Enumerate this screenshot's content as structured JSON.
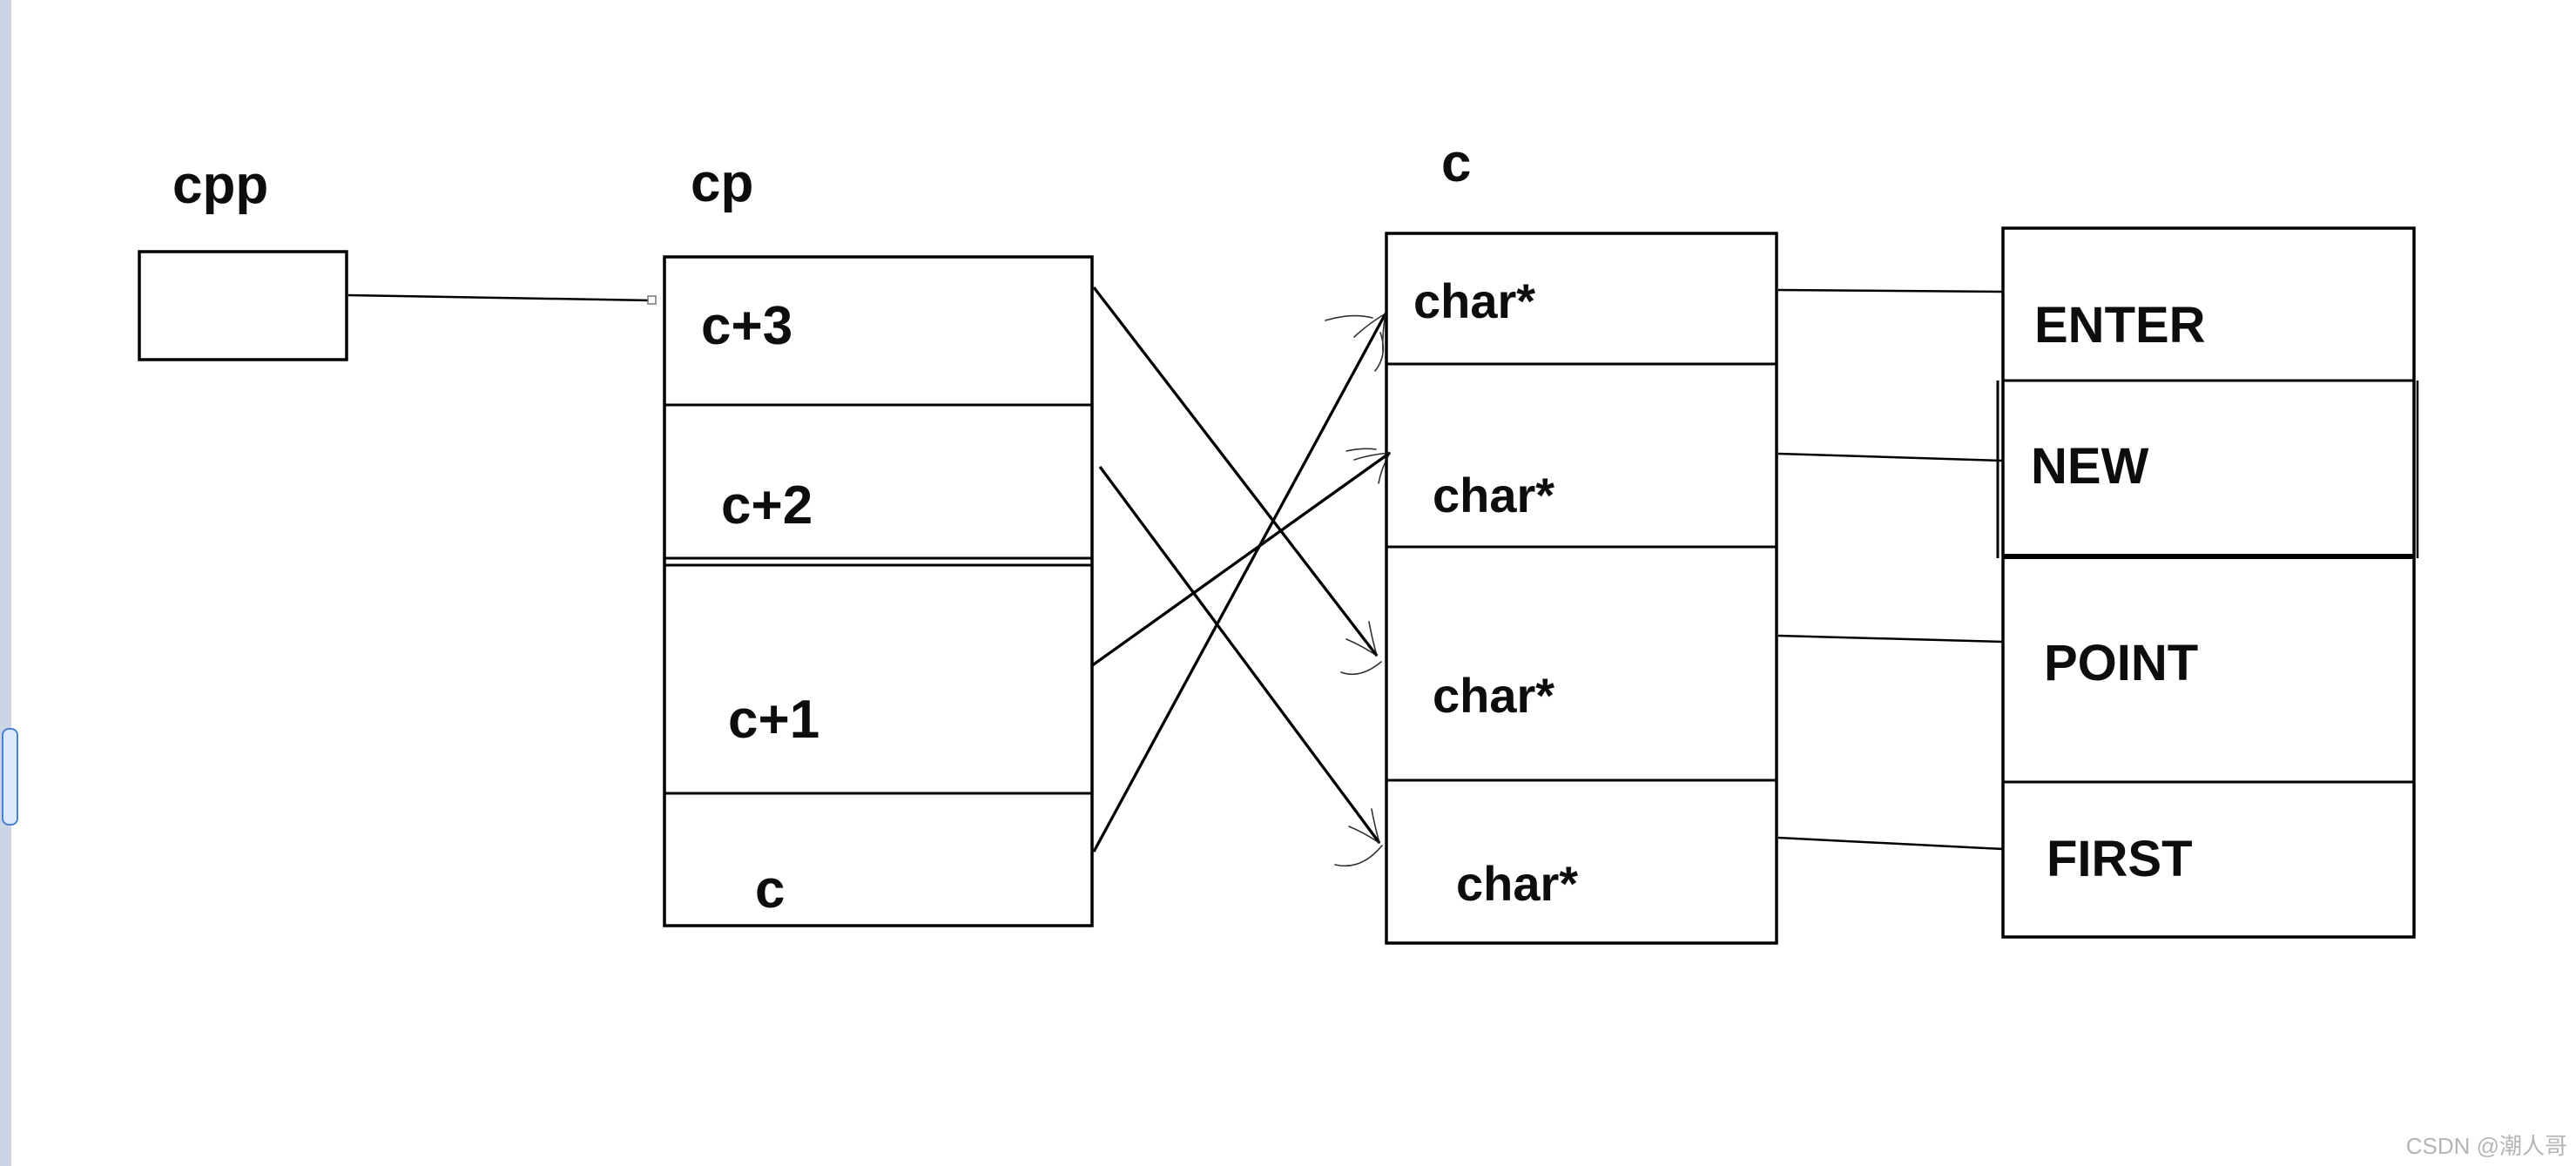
{
  "page": {
    "watermark": "CSDN @潮人哥"
  },
  "colors": {
    "canvas": "#ffffff",
    "line": "#000000",
    "text": "#0d0d0d",
    "watermark": "#b5b5b5",
    "scrollbar_track": "#ccd3e2",
    "scrollbar_thumb_fill": "#dce8fb",
    "scrollbar_thumb_border": "#4d7fd2"
  },
  "diagram": {
    "pointer_var": {
      "label": "cpp"
    },
    "pointer_array": {
      "label": "cp",
      "cells": [
        "c+3",
        "c+2",
        "c+1",
        "c"
      ]
    },
    "char_array": {
      "label": "c",
      "cells": [
        "char*",
        "char*",
        "char*",
        "char*"
      ]
    },
    "strings": {
      "cells": [
        "ENTER",
        "NEW",
        "POINT",
        "FIRST"
      ]
    }
  }
}
